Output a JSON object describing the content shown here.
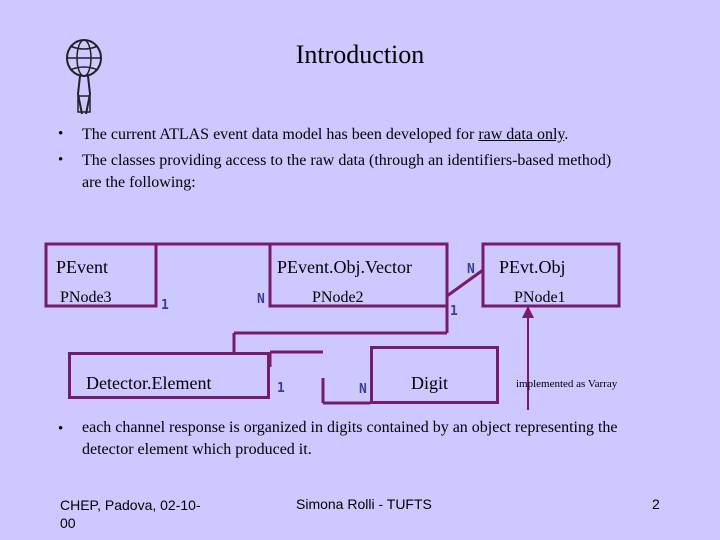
{
  "slide": {
    "title": "Introduction",
    "bullets": [
      {
        "marker": "•",
        "text_before": "The current ATLAS event data model has been developed for ",
        "underlined": "raw data only",
        "text_after": "."
      },
      {
        "marker": "•",
        "line1": "The classes providing access to the raw data (through an identifiers-based method)",
        "line2": "are the following:"
      },
      {
        "marker": "•",
        "line1": "each channel response is organized in digits contained by an object representing the",
        "line2": "detector element  which produced it."
      }
    ]
  },
  "diagram": {
    "pevent": {
      "title": "PEvent",
      "node": "PNode3"
    },
    "peventobjvector": {
      "title": "PEvent.Obj.Vector",
      "node": "PNode2"
    },
    "pevtobj": {
      "title": "PEvt.Obj",
      "node": "PNode1"
    },
    "detector_element": {
      "title": "Detector.Element"
    },
    "digit": {
      "title": "Digit"
    },
    "note": "implemented as Varray",
    "multiplicity": {
      "one": "1",
      "many": "N"
    },
    "line_color": "#7a1a6a"
  },
  "footer": {
    "left_line1": "CHEP, Padova, 02-10-",
    "left_line2": "00",
    "center": "Simona Rolli - TUFTS",
    "page": "2"
  }
}
